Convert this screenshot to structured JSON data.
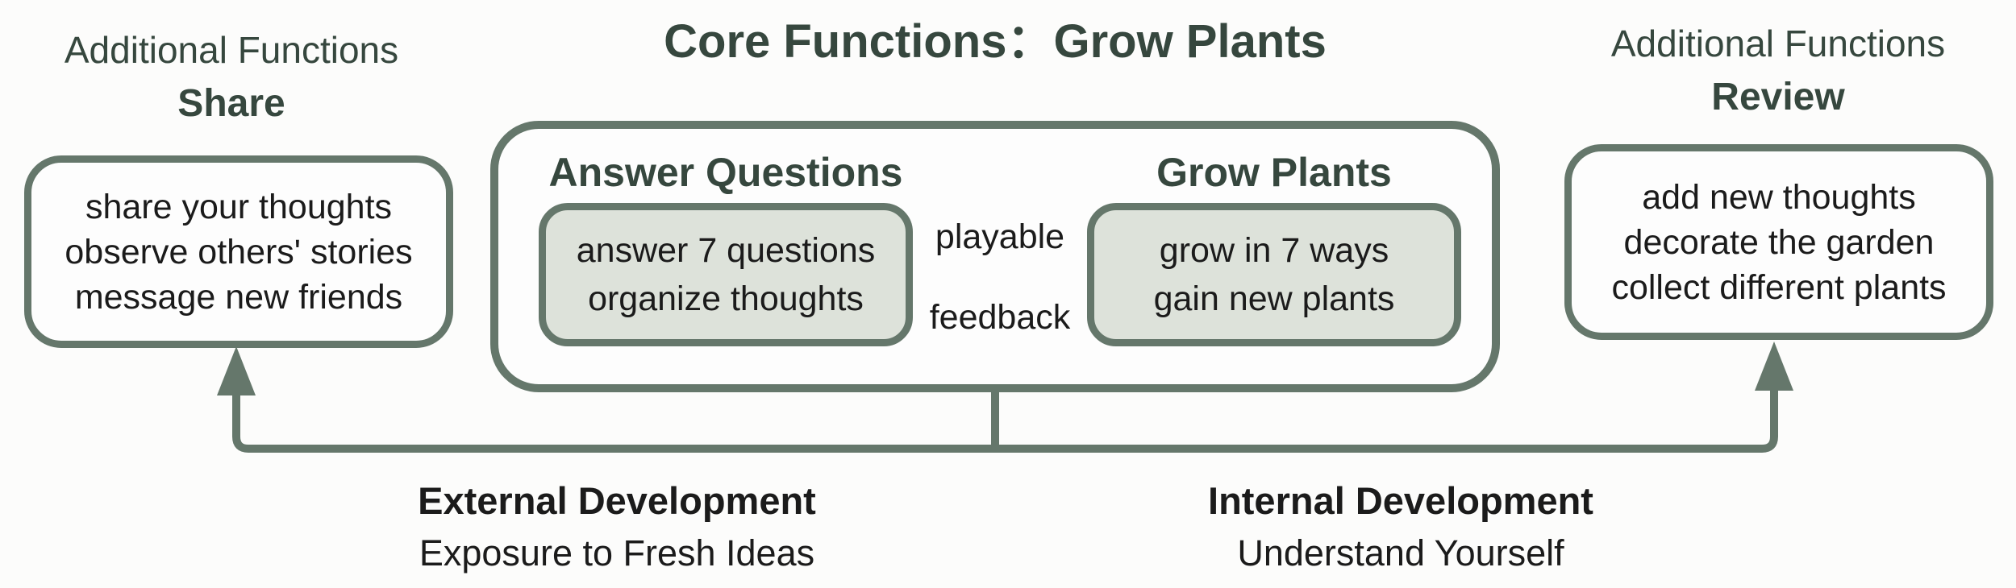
{
  "colors": {
    "background": "#fcfcfb",
    "stroke": "#65776b",
    "box_fill": "#fdfdfd",
    "inner_fill": "#dde2da",
    "ink_green": "#36473e",
    "ink_black": "#1b1b1b"
  },
  "left_panel": {
    "kicker": "Additional Functions",
    "title": "Share",
    "lines": [
      "share your thoughts",
      "observe others' stories",
      "message new friends"
    ]
  },
  "center": {
    "title": "Core Functions：Grow Plants",
    "answer_group": {
      "heading": "Answer Questions",
      "lines": [
        "answer 7 questions",
        "organize thoughts"
      ]
    },
    "grow_group": {
      "heading": "Grow Plants",
      "lines": [
        "grow in 7 ways",
        "gain new plants"
      ]
    },
    "link_labels": {
      "top": "playable",
      "bottom": "feedback"
    }
  },
  "right_panel": {
    "kicker": "Additional Functions",
    "title": "Review",
    "lines": [
      "add new thoughts",
      "decorate the garden",
      "collect different plants"
    ]
  },
  "footer": {
    "external": {
      "title": "External Development",
      "subtitle": "Exposure to Fresh Ideas"
    },
    "internal": {
      "title": "Internal Development",
      "subtitle": "Understand Yourself"
    }
  },
  "connectors": {
    "double_arrow": "bidirectional arrow between answer box and grow box",
    "left_up_arrow": "arrow from bottom rail up into Share box",
    "right_up_arrow": "arrow from bottom rail up into Review box"
  }
}
